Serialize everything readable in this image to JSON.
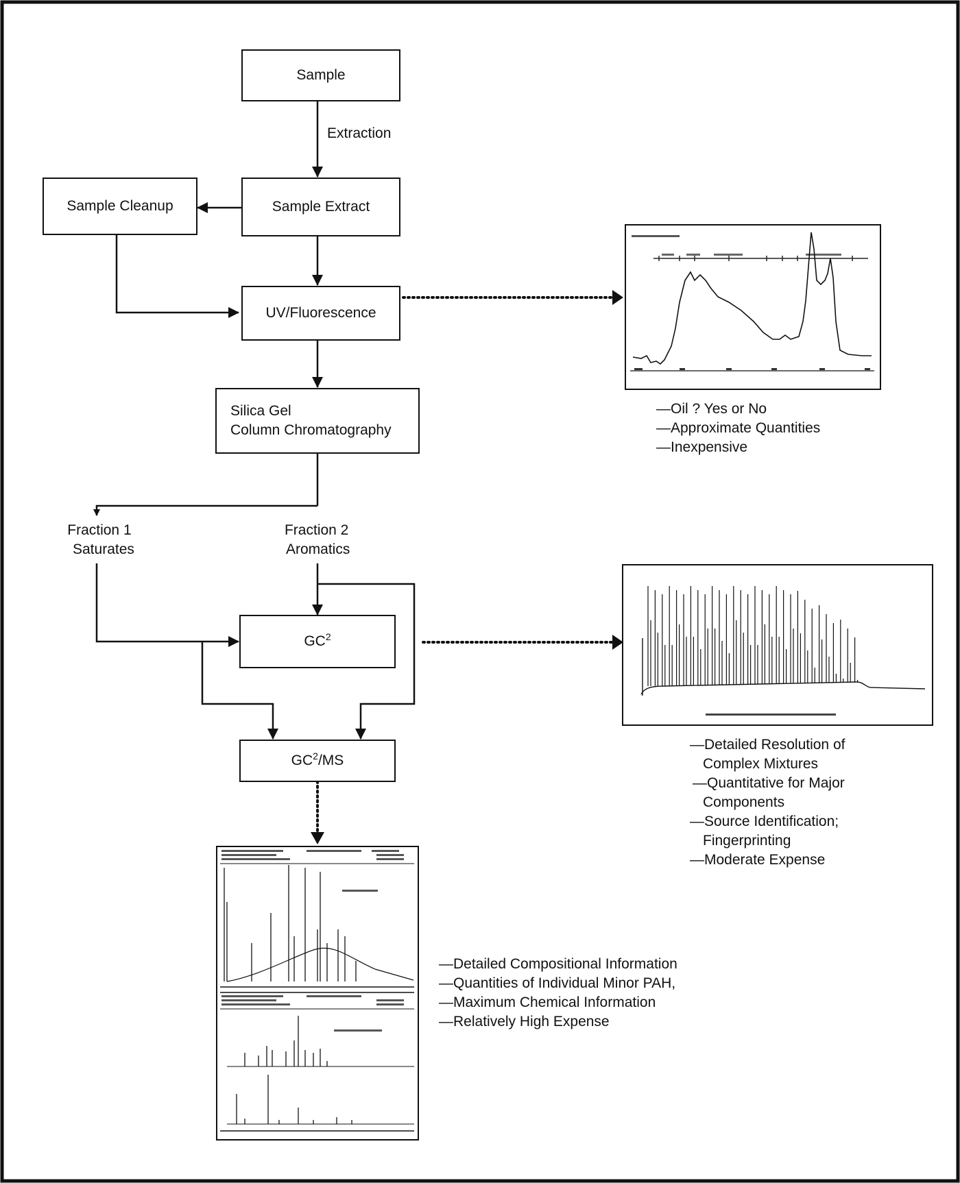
{
  "boxes": {
    "sample": "Sample",
    "extraction": "Extraction",
    "sample_extract": "Sample Extract",
    "sample_cleanup": "Sample Cleanup",
    "uv_fluorescence": "UV/Fluorescence",
    "silica_gel_line1": "Silica Gel",
    "silica_gel_line2": "Column Chromatography",
    "gc2_base": "GC",
    "gc2_sup": "2",
    "gcms_base": "GC",
    "gcms_sup": "2",
    "gcms_suffix": "/MS"
  },
  "fractions": {
    "f1_line1": "Fraction 1",
    "f1_line2": "Saturates",
    "f2_line1": "Fraction 2",
    "f2_line2": "Aromatics"
  },
  "notes_uv": [
    "—Oil ?  Yes or No",
    "—Approximate Quantities",
    "—Inexpensive"
  ],
  "notes_gc": [
    {
      "text": "—Detailed Resolution of",
      "cont": false
    },
    {
      "text": "Complex Mixtures",
      "cont": true
    },
    {
      "text": "—Quantitative for Major",
      "cont": true,
      "dash": true
    },
    {
      "text": "Components",
      "cont": true
    },
    {
      "text": "—Source Identification;",
      "cont": false
    },
    {
      "text": "Fingerprinting",
      "cont": true
    },
    {
      "text": "—Moderate Expense",
      "cont": false
    }
  ],
  "notes_ms": [
    "—Detailed Compositional Information",
    "—Quantities of Individual Minor PAH,",
    "—Maximum Chemical Information",
    "—Relatively High Expense"
  ]
}
